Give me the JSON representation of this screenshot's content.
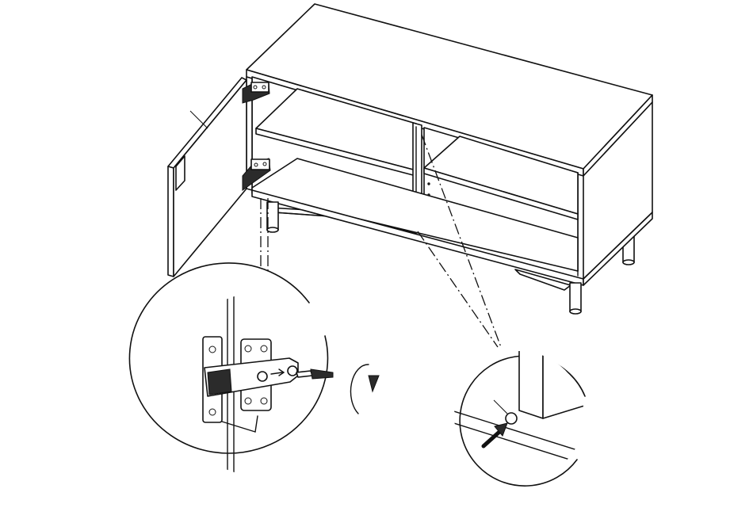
{
  "figure": {
    "panels": [
      {
        "name": "hinge-detail",
        "type": "magnified-circle"
      },
      {
        "name": "shelf-pin-detail",
        "type": "magnified-circle"
      }
    ],
    "annotations": [
      {
        "name": "rotation",
        "icon": "rotate-clockwise-arrow-icon"
      },
      {
        "name": "insert-pin",
        "icon": "insert-direction-arrow-icon"
      }
    ]
  }
}
